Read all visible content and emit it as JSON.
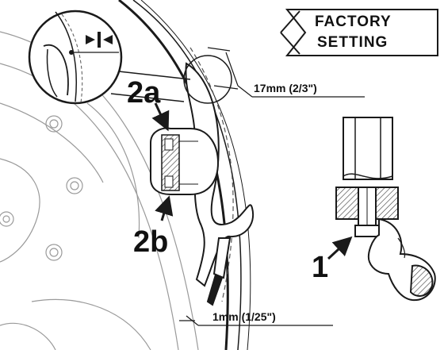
{
  "header": {
    "line1": "FACTORY",
    "line2": "SETTING"
  },
  "labels": {
    "ref_2a": "2a",
    "ref_2b": "2b",
    "ref_1": "1"
  },
  "dimensions": {
    "gap_upper": "17mm  (2/3\")",
    "gap_lower": "1mm  (1/25\")"
  },
  "icons": {
    "zoom_detail": "gap-adjust-arrows-icon"
  },
  "colors": {
    "line": "#1a1a1a",
    "light_line": "#9a9a9a",
    "hatch": "#333333"
  }
}
